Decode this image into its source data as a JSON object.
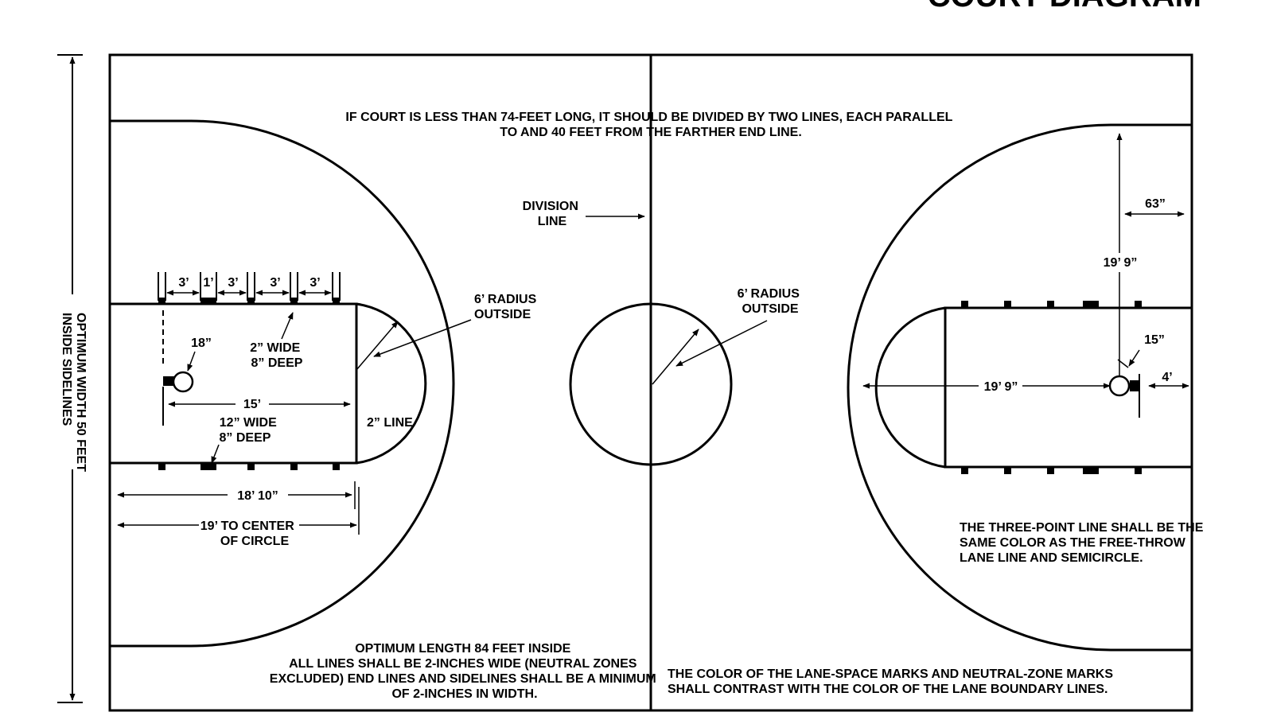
{
  "title": "COURT DIAGRAM",
  "court": {
    "center_note_1": "IF COURT IS LESS THAN 74-FEET LONG, IT SHOULD BE DIVIDED BY TWO LINES, EACH PARALLEL",
    "center_note_2": "TO AND 40 FEET FROM THE FARTHER END LINE.",
    "division_line_1": "DIVISION",
    "division_line_2": "LINE",
    "width_label_1": "OPTIMUM WIDTH 50 FEET",
    "width_label_2": "INSIDE SIDELINES",
    "bottom_left_1": "OPTIMUM LENGTH 84 FEET INSIDE",
    "bottom_left_2": "ALL LINES SHALL BE 2-INCHES WIDE (NEUTRAL ZONES",
    "bottom_left_3": "EXCLUDED) END LINES AND SIDELINES SHALL BE A MINIMUM",
    "bottom_left_4": "OF 2-INCHES IN WIDTH.",
    "bottom_right_1": "THE COLOR OF THE LANE-SPACE MARKS AND NEUTRAL-ZONE MARKS",
    "bottom_right_2": "SHALL CONTRAST WITH THE COLOR OF THE LANE BOUNDARY LINES.",
    "three_point_1": "THE THREE-POINT LINE SHALL BE THE",
    "three_point_2": "SAME COLOR AS THE FREE-THROW",
    "three_point_3": "LANE LINE AND SEMICIRCLE."
  },
  "left_half": {
    "lane_space_labels": [
      "3’",
      "1’",
      "3’",
      "3’",
      "3’"
    ],
    "rim_label": "18”",
    "mark_1": "2” WIDE",
    "mark_2": "8” DEEP",
    "radius_1": "6’ RADIUS",
    "radius_2": "OUTSIDE",
    "lane_length": "15’",
    "block_1": "12” WIDE",
    "block_2": "8” DEEP",
    "ft_line": "2” LINE",
    "dist_1": "18’ 10”",
    "dist_2a": "19’ TO CENTER",
    "dist_2b": "OF CIRCLE"
  },
  "center_circle": {
    "radius_1": "6’ RADIUS",
    "radius_2": "OUTSIDE"
  },
  "right_half": {
    "corner_dist": "63”",
    "three_pt_radius": "19’ 9”",
    "arc_dist": "19’ 9”",
    "rim_offset": "15”",
    "backboard_dist": "4’"
  }
}
